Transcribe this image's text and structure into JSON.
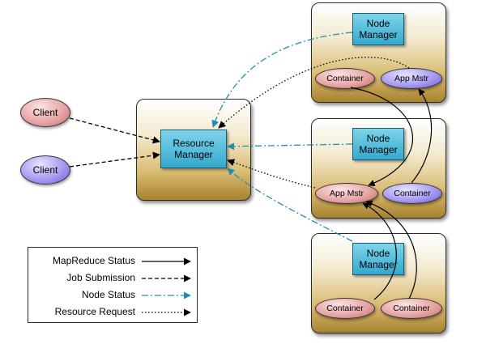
{
  "nodes": {
    "resource_manager": {
      "label": "Resource\nManager"
    },
    "node_managers": [
      {
        "label": "Node\nManager"
      },
      {
        "label": "Node\nManager"
      },
      {
        "label": "Node\nManager"
      }
    ],
    "clients": [
      {
        "label": "Client"
      },
      {
        "label": "Client"
      }
    ],
    "node1": {
      "left_oval": "Container",
      "right_oval": "App Mstr"
    },
    "node2": {
      "left_oval": "App Mstr",
      "right_oval": "Container"
    },
    "node3": {
      "left_oval": "Container",
      "right_oval": "Container"
    }
  },
  "legend": {
    "items": [
      {
        "label": "MapReduce Status"
      },
      {
        "label": "Job Submission"
      },
      {
        "label": "Node Status"
      },
      {
        "label": "Resource Request"
      }
    ]
  },
  "colors": {
    "manager_fill": "#3fb3d4",
    "box_gold": "#c9a44d",
    "pink_oval": "#e3a0a0",
    "purple_oval": "#9d8ff0",
    "node_status_line": "#1e8fb0"
  }
}
